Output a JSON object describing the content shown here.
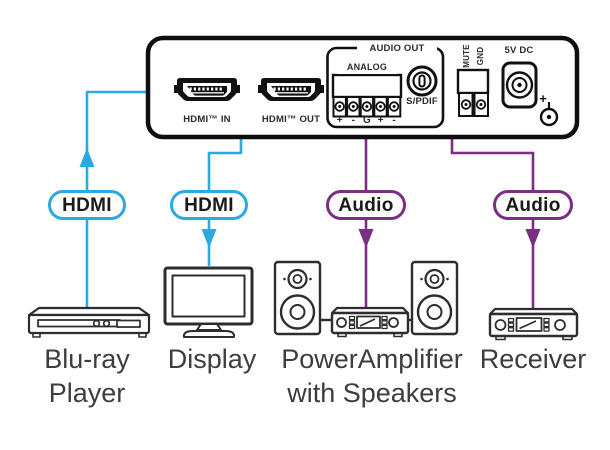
{
  "panel": {
    "hdmi_in_label": "HDMI™ IN",
    "hdmi_out_label": "HDMI™ OUT",
    "audio_out_label": "AUDIO OUT",
    "analog_label": "ANALOG",
    "terminal_labels": [
      "+",
      "-",
      "G",
      "+",
      "-"
    ],
    "spdif_label": "S/PDIF",
    "mute_label": "MUTE",
    "gnd_label": "GND",
    "power_label": "5V DC",
    "power_plus_label": "+"
  },
  "connections": [
    {
      "label": "HDMI",
      "color": "#29ABE2",
      "direction": "up",
      "from": "Blu-ray Player",
      "to": "HDMI IN"
    },
    {
      "label": "HDMI",
      "color": "#29ABE2",
      "direction": "down",
      "from": "HDMI OUT",
      "to": "Display"
    },
    {
      "label": "Audio",
      "color": "#7B2E83",
      "direction": "down",
      "from": "ANALOG G",
      "to": "PowerAmplifier with Speakers"
    },
    {
      "label": "Audio",
      "color": "#7B2E83",
      "direction": "down",
      "from": "S/PDIF",
      "to": "Receiver"
    }
  ],
  "devices": [
    {
      "line1": "Blu-ray",
      "line2": "Player"
    },
    {
      "line1": "Display",
      "line2": ""
    },
    {
      "line1": "PowerAmplifier",
      "line2": "with Speakers"
    },
    {
      "line1": "Receiver",
      "line2": ""
    }
  ],
  "colors": {
    "hdmi": "#29ABE2",
    "audio": "#7B2E83",
    "outline": "#111111",
    "label_text": "#3D3D3D"
  }
}
